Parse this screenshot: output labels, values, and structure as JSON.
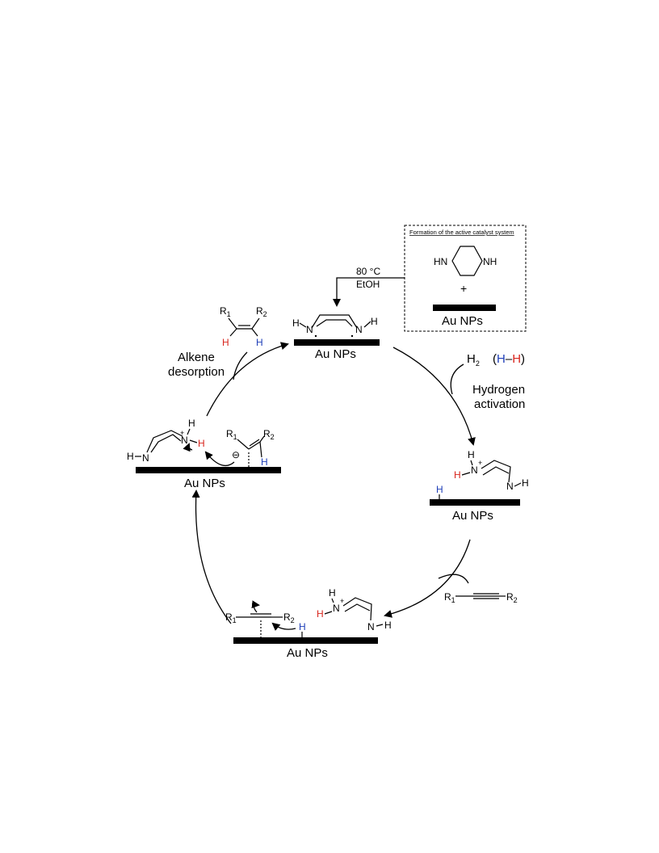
{
  "inset": {
    "title": "Formation of the active catalyst system",
    "amine_left": "HN",
    "amine_right": "NH",
    "plus": "+",
    "support": "Au NPs"
  },
  "conditions": {
    "temp": "80 °C",
    "solvent": "EtOH"
  },
  "support_label": "Au NPs",
  "steps": {
    "hydrogen_activation": [
      "Hydrogen",
      "activation"
    ],
    "alkene_desorption": [
      "Alkene",
      "desorption"
    ]
  },
  "reagents": {
    "h2": "H",
    "h2_sub": "2",
    "h2_paren": [
      "(",
      "H",
      "–",
      "H",
      ")"
    ],
    "alkyne": {
      "r1": "R",
      "r1_sub": "1",
      "r2": "R",
      "r2_sub": "2"
    },
    "alkene": {
      "r1": "R",
      "r1_sub": "1",
      "r2": "R",
      "r2_sub": "2",
      "h_left": "H",
      "h_right": "H"
    }
  },
  "atoms": {
    "N": "N",
    "H": "H",
    "plus": "+",
    "minus": "⊖"
  },
  "colors": {
    "red_h": "#d8251d",
    "blue_h": "#1f3fb8",
    "bar": "#000000"
  }
}
